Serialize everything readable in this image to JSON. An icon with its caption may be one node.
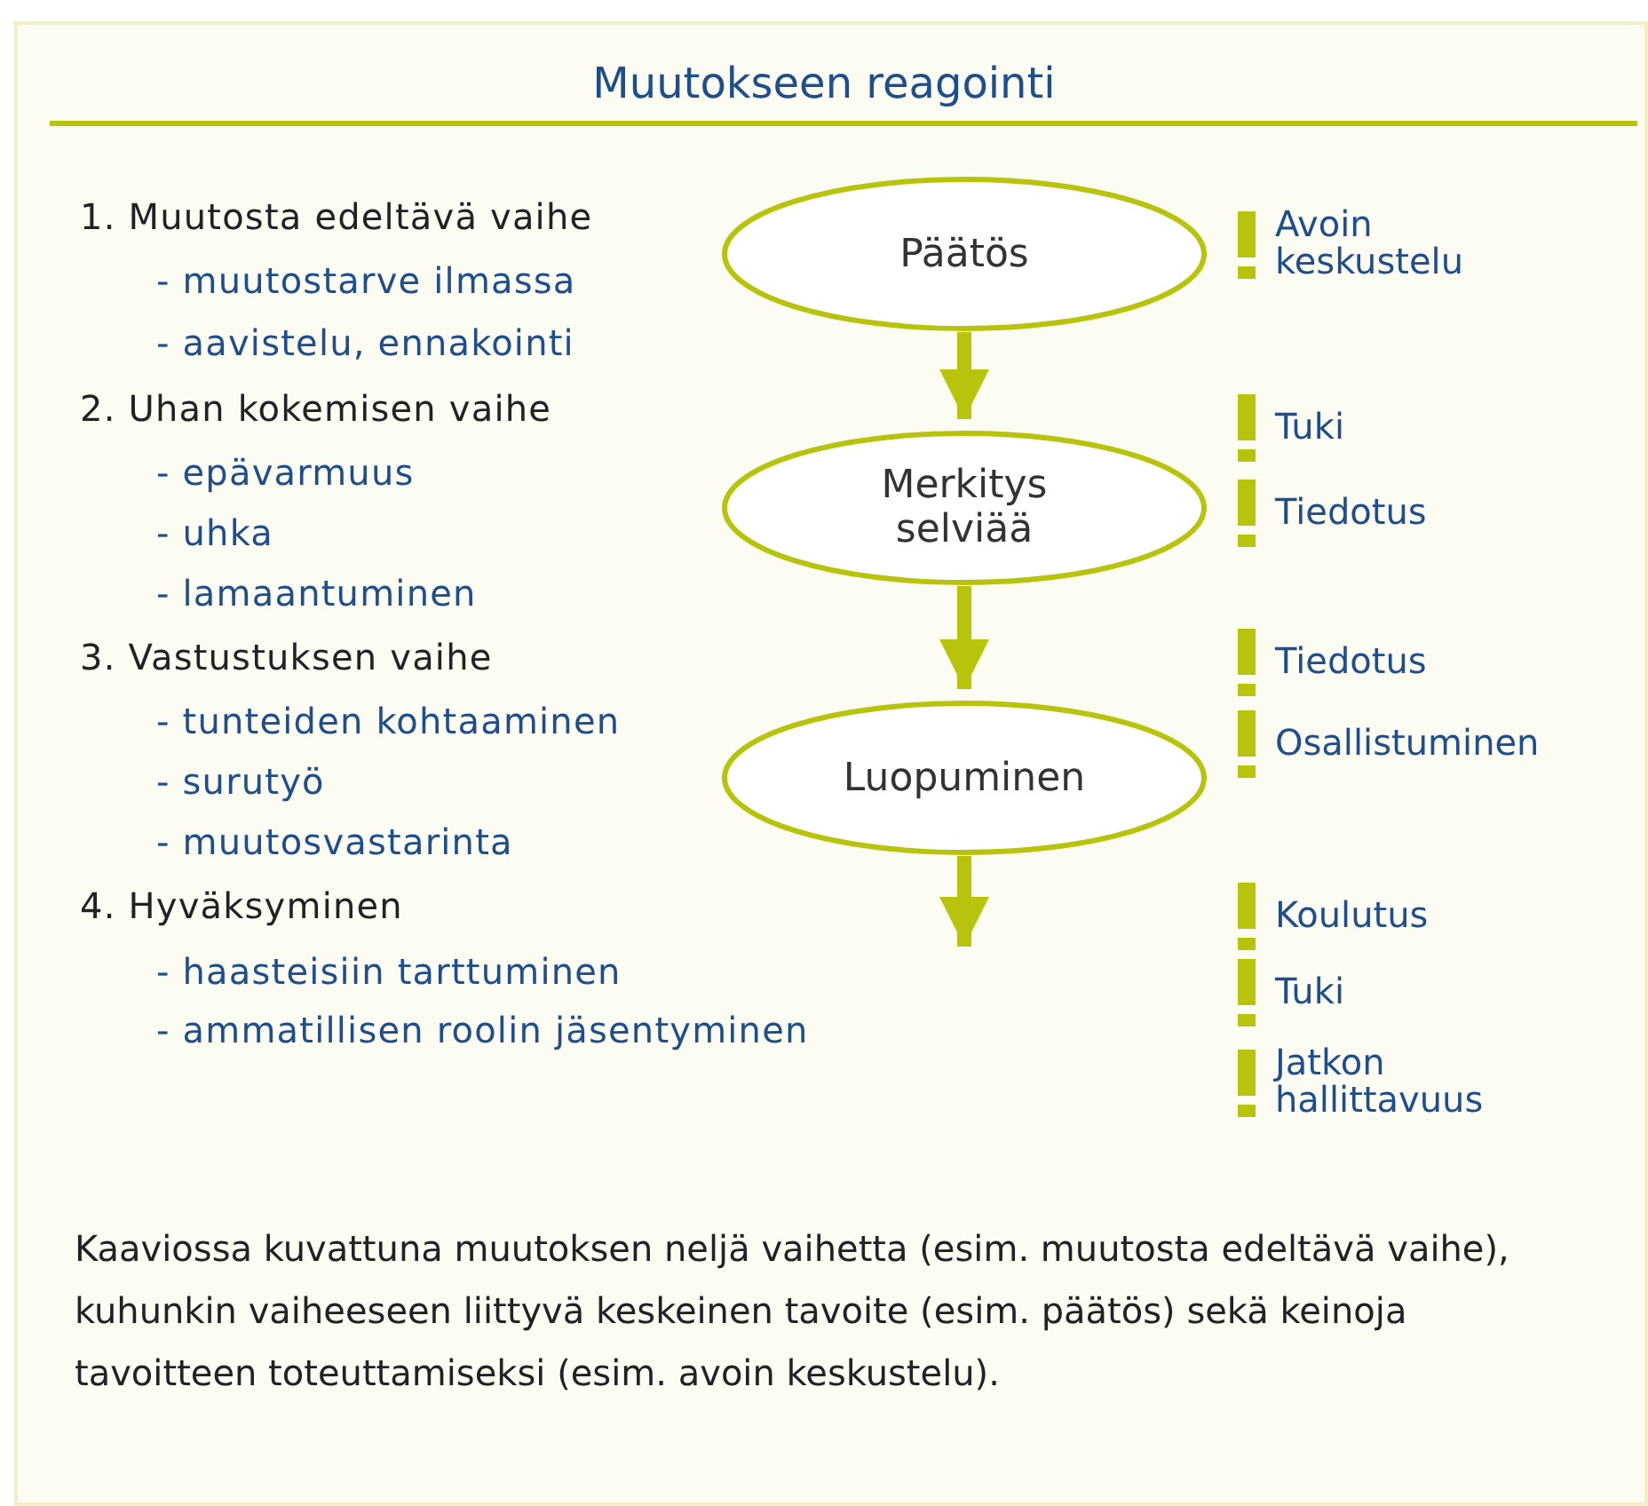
{
  "diagram": {
    "title": "Muutokseen reagointi",
    "nodes": [
      {
        "text": [
          "Päätös"
        ]
      },
      {
        "text": [
          "Merkitys selviää"
        ]
      },
      {
        "text": [
          "Luopuminen"
        ]
      }
    ],
    "edges": [
      {
        "from": 0,
        "to": 1,
        "arrow": "to"
      },
      {
        "from": 1,
        "to": 2,
        "arrow": "to"
      },
      {
        "from": 2,
        "to": null,
        "arrow": "to"
      }
    ],
    "labels": [
      "1. Muutosta edeltävä vaihe",
      "- muutostarve ilmassa",
      "- aavistelu, ennakointi",
      "2. Uhan kokemisen vaihe",
      "- epävarmuus",
      "- uhka",
      "- lamaantuminen",
      "3. Vastustuksen vaihe",
      "- tunteiden kohtaaminen",
      "- surutyö",
      "- muutosvastarinta",
      "4. Hyväksyminen",
      "- haasteisiin tarttuminen",
      "- ammatillisen roolin jäsentyminen",
      "Avoin keskustelu",
      "Tuki",
      "Tiedotus",
      "Tiedotus",
      "Osallistuminen",
      "Koulutus",
      "Tuki",
      "Jatkon hallittavuus"
    ],
    "caption": "Kaaviossa kuvattuna muutoksen neljä vaihetta (esim. muutosta edeltävä vaihe), kuhunkin vaiheeseen liittyvä keskeinen tavoite (esim. päätös) sekä keinoja tavoitteen toteuttamiseksi (esim. avoin keskustelu)."
  }
}
